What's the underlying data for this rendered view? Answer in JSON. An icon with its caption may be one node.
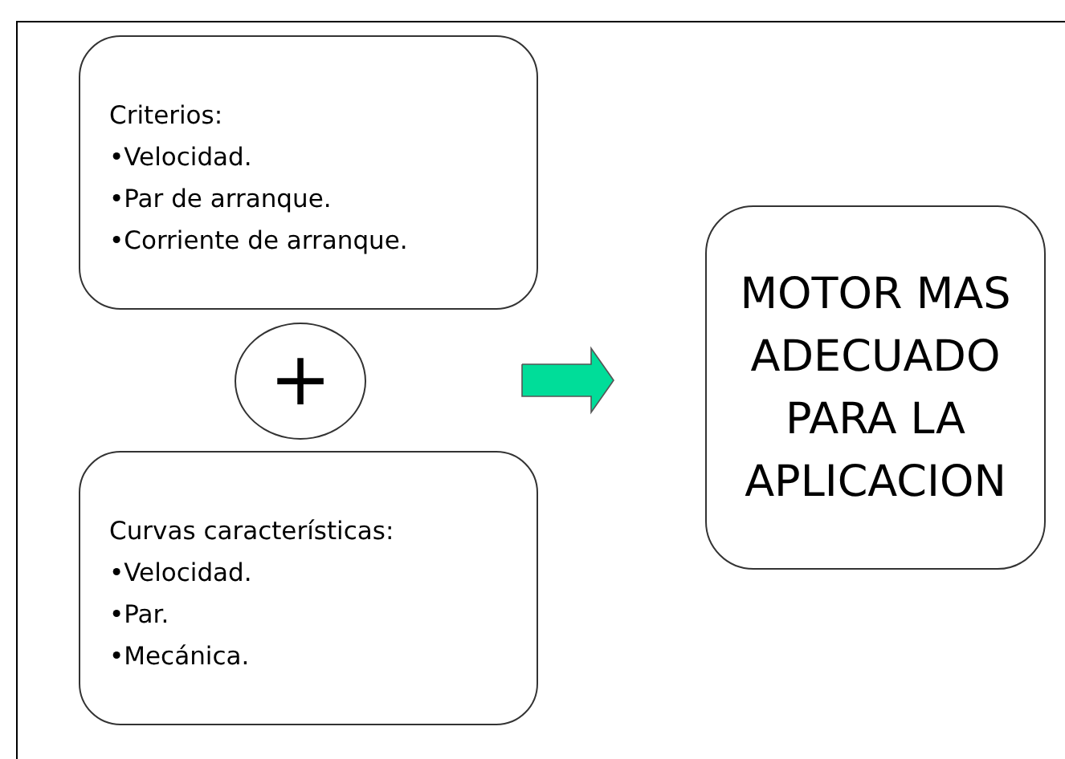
{
  "diagram": {
    "nodes": [
      {
        "text": [
          "Criterios:",
          "•Velocidad.",
          "•Par de arranque.",
          "•Corriente de arranque."
        ]
      },
      {
        "text": [
          "+"
        ]
      },
      {
        "text": [
          "Curvas características:",
          "•Velocidad.",
          "•Par.",
          "•Mecánica."
        ]
      },
      {
        "text": [
          "MOTOR MAS ADECUADO PARA LA APLICACION"
        ]
      }
    ]
  }
}
